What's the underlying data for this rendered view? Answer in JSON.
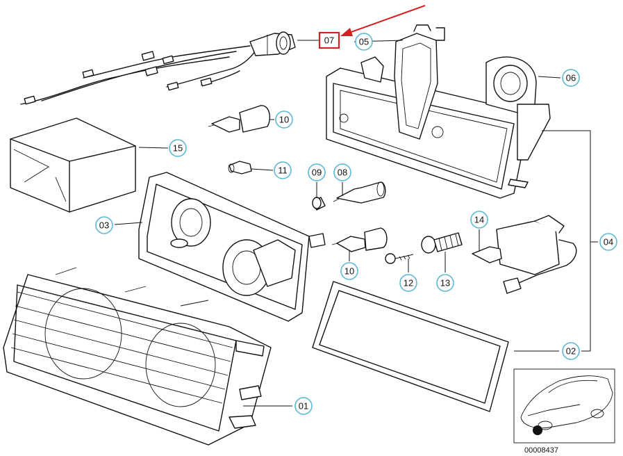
{
  "callouts": [
    {
      "id": "c01",
      "label": "01"
    },
    {
      "id": "c02",
      "label": "02"
    },
    {
      "id": "c03",
      "label": "03"
    },
    {
      "id": "c04",
      "label": "04"
    },
    {
      "id": "c05",
      "label": "05"
    },
    {
      "id": "c06",
      "label": "06"
    },
    {
      "id": "c07",
      "label": "07"
    },
    {
      "id": "c08",
      "label": "08"
    },
    {
      "id": "c09",
      "label": "09"
    },
    {
      "id": "c10a",
      "label": "10"
    },
    {
      "id": "c10b",
      "label": "10"
    },
    {
      "id": "c11",
      "label": "11"
    },
    {
      "id": "c12",
      "label": "12"
    },
    {
      "id": "c13",
      "label": "13"
    },
    {
      "id": "c14",
      "label": "14"
    },
    {
      "id": "c15",
      "label": "15"
    }
  ],
  "highlight": {
    "label": "07",
    "color": "#d42020"
  },
  "callout_ring_color": "#5bb8d6",
  "reference_number": "00008437"
}
